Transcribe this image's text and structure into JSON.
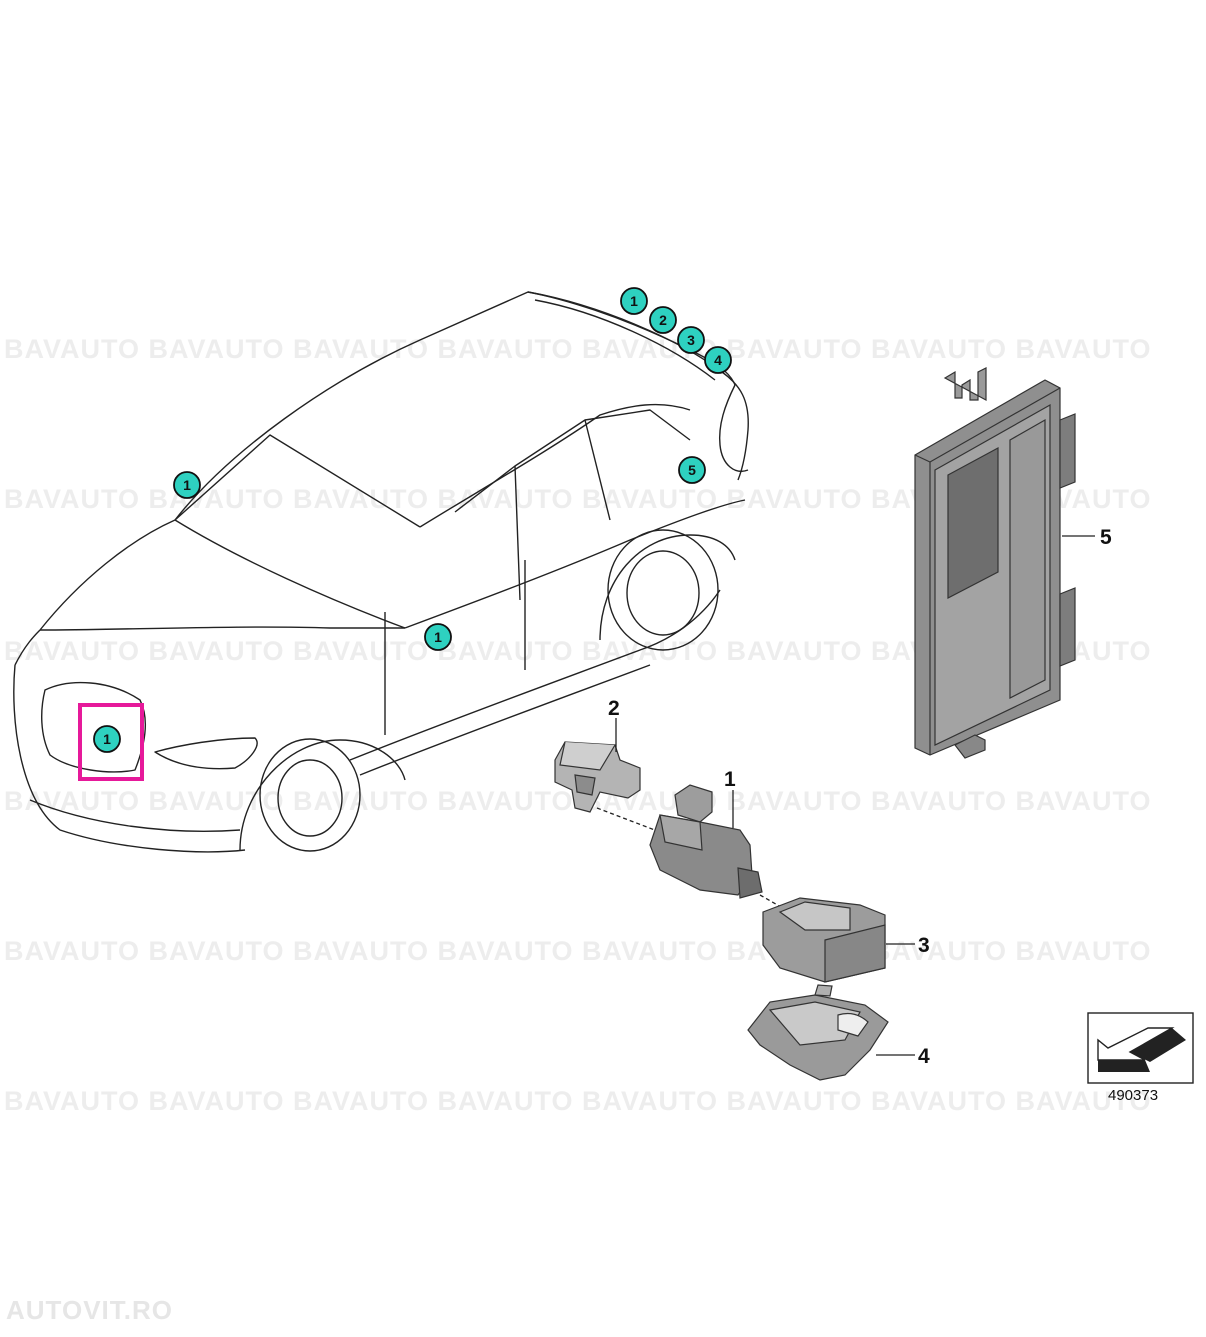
{
  "watermark": "BAVAUTO BAVAUTO BAVAUTO BAVAUTO BAVAUTO BAVAUTO BAVAUTO BAVAUTO",
  "vehicle_badges": [
    "1",
    "2",
    "3",
    "4",
    "1",
    "5",
    "1",
    "1"
  ],
  "callouts": {
    "camera": "1",
    "bracket": "2",
    "holder": "3",
    "cover": "4",
    "control_unit": "5"
  },
  "figure_number": "490373",
  "site_logo": "AUTOVIT.RO",
  "colors": {
    "badge": "#2ed1c0",
    "highlight": "#e6199a",
    "part_gray": "#8e8e8e",
    "watermark": "#ededed"
  }
}
